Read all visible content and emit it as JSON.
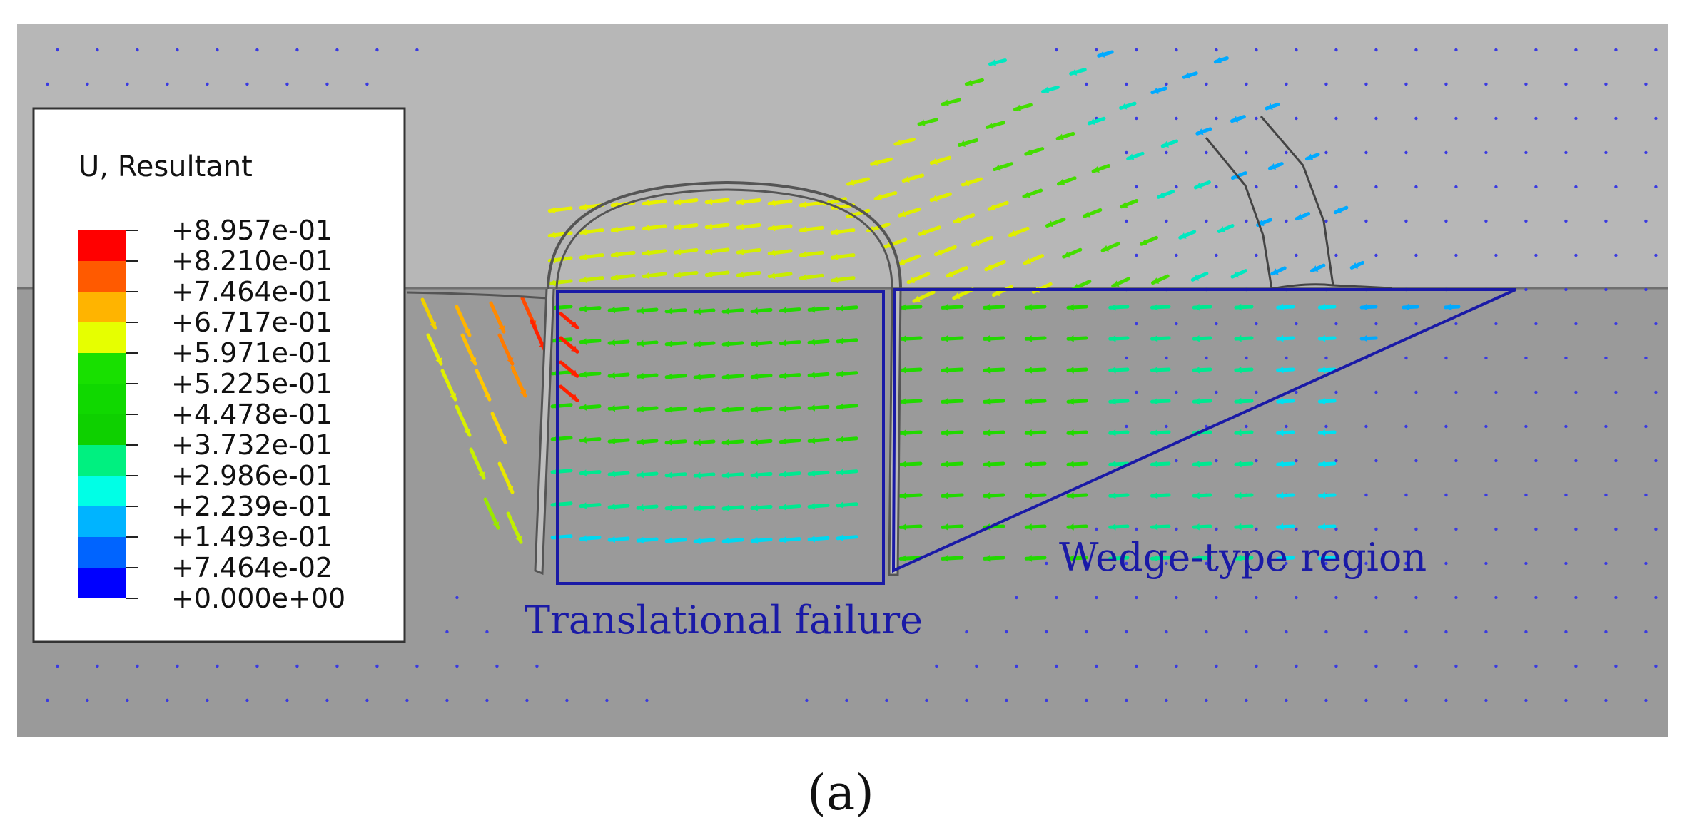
{
  "legend": {
    "title": "U, Resultant",
    "bands": [
      {
        "label": "+8.957e-01",
        "color": "#ff0000"
      },
      {
        "label": "+8.210e-01",
        "color": "#ff5a00"
      },
      {
        "label": "+7.464e-01",
        "color": "#ffb400"
      },
      {
        "label": "+6.717e-01",
        "color": "#e6ff00"
      },
      {
        "label": "+5.971e-01",
        "color": "#18e000"
      },
      {
        "label": "+5.225e-01",
        "color": "#10d800"
      },
      {
        "label": "+4.478e-01",
        "color": "#0ed000"
      },
      {
        "label": "+3.732e-01",
        "color": "#00f080"
      },
      {
        "label": "+2.986e-01",
        "color": "#00ffe6"
      },
      {
        "label": "+2.239e-01",
        "color": "#00b4ff"
      },
      {
        "label": "+1.493e-01",
        "color": "#0064ff"
      },
      {
        "label": "+7.464e-02",
        "color": "#0000ff"
      }
    ],
    "bottom_label": "+0.000e+00"
  },
  "annotations": {
    "translational": "Translational failure",
    "wedge": "Wedge-type region"
  },
  "caption": "(a)",
  "colors": {
    "sky": "#b7b7b7",
    "ground": "#9a9a9a",
    "outline": "#1a1aa6",
    "structure": "#555555"
  }
}
